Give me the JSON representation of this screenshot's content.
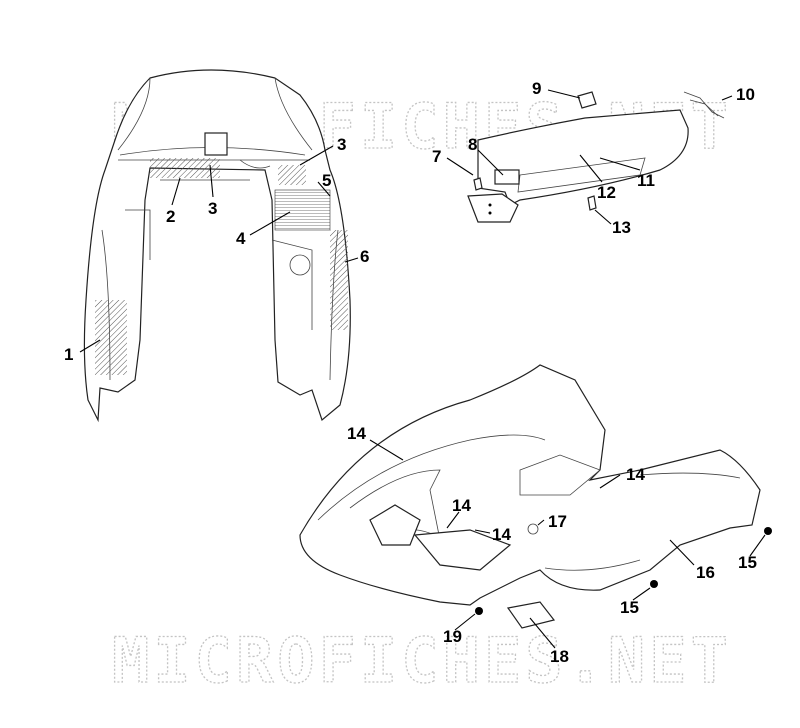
{
  "watermark": {
    "top": "MICROFICHES.NET",
    "bottom": "MICROFICHES.NET"
  },
  "callouts": {
    "c1": "1",
    "c2": "2",
    "c3a": "3",
    "c3b": "3",
    "c4": "4",
    "c5": "5",
    "c6": "6",
    "c7": "7",
    "c8": "8",
    "c9": "9",
    "c10": "10",
    "c11": "11",
    "c12": "12",
    "c13": "13",
    "c14a": "14",
    "c14b": "14",
    "c14c": "14",
    "c14d": "14",
    "c15a": "15",
    "c15b": "15",
    "c16": "16",
    "c17": "17",
    "c18": "18",
    "c19": "19"
  },
  "colors": {
    "line": "#000000",
    "watermark": "#c4c4c4",
    "hatch": "#555555"
  }
}
